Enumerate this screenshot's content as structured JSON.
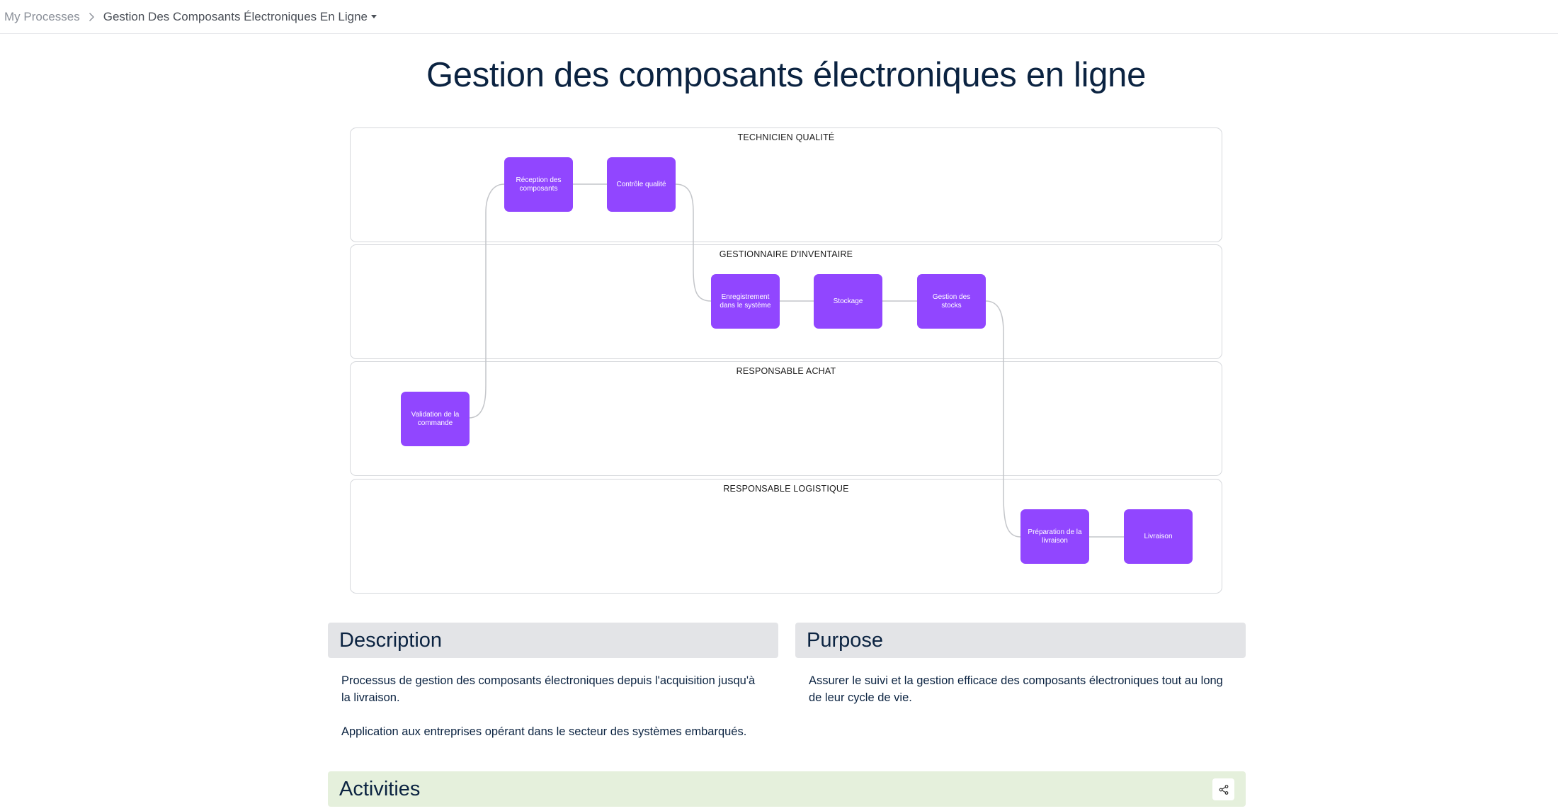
{
  "breadcrumb": {
    "root": "My Processes",
    "current": "Gestion Des Composants Électroniques En Ligne"
  },
  "title": "Gestion des composants électroniques en ligne",
  "diagram": {
    "lanes": [
      {
        "label": "TECHNICIEN QUALITÉ"
      },
      {
        "label": "GESTIONNAIRE D'INVENTAIRE"
      },
      {
        "label": "RESPONSABLE ACHAT"
      },
      {
        "label": "RESPONSABLE LOGISTIQUE"
      }
    ],
    "nodes": [
      {
        "label": "Réception des composants",
        "lane": "TECHNICIEN QUALITÉ"
      },
      {
        "label": "Contrôle qualité",
        "lane": "TECHNICIEN QUALITÉ"
      },
      {
        "label": "Enregistrement dans le système",
        "lane": "GESTIONNAIRE D'INVENTAIRE"
      },
      {
        "label": "Stockage",
        "lane": "GESTIONNAIRE D'INVENTAIRE"
      },
      {
        "label": "Gestion des stocks",
        "lane": "GESTIONNAIRE D'INVENTAIRE"
      },
      {
        "label": "Validation de la commande",
        "lane": "RESPONSABLE ACHAT"
      },
      {
        "label": "Préparation de la livraison",
        "lane": "RESPONSABLE LOGISTIQUE"
      },
      {
        "label": "Livraison",
        "lane": "RESPONSABLE LOGISTIQUE"
      }
    ],
    "colors": {
      "node": "#9146ff",
      "edge": "#c4c6ca",
      "lane_border": "#d6d8dc"
    }
  },
  "description": {
    "heading": "Description",
    "paragraphs": [
      "Processus de gestion des composants électroniques depuis l'acquisition jusqu'à la livraison.",
      "Application aux entreprises opérant dans le secteur des systèmes embarqués."
    ]
  },
  "purpose": {
    "heading": "Purpose",
    "paragraphs": [
      "Assurer le suivi et la gestion efficace des composants électroniques tout au long de leur cycle de vie."
    ]
  },
  "activities": {
    "heading": "Activities",
    "share_icon": "share-icon"
  }
}
